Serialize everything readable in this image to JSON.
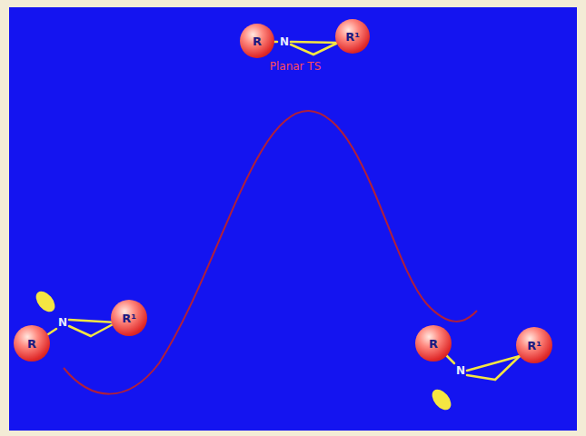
{
  "diagram": {
    "nodes": [
      {
        "text": [
          "R"
        ]
      },
      {
        "text": [
          "R¹"
        ]
      },
      {
        "text": [
          "R¹"
        ]
      },
      {
        "text": [
          "R"
        ]
      },
      {
        "text": [
          "R"
        ]
      },
      {
        "text": [
          "R¹"
        ]
      }
    ],
    "labels": [
      "N",
      "Planar TS",
      "N",
      "N"
    ]
  }
}
